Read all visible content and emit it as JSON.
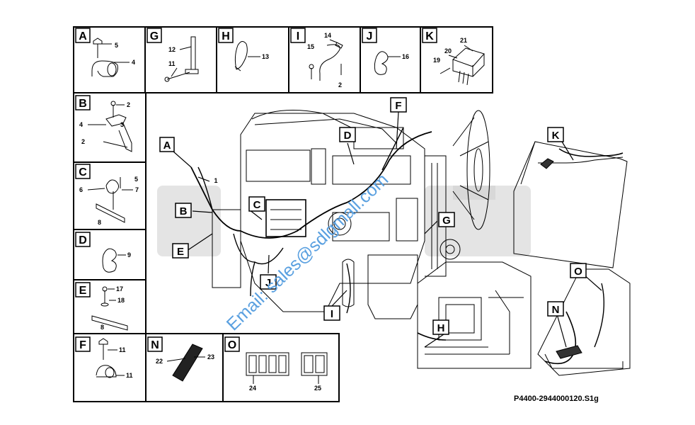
{
  "panels": {
    "A": {
      "letter": "A",
      "nums": [
        "5",
        "4"
      ]
    },
    "G": {
      "letter": "G",
      "nums": [
        "12",
        "11"
      ]
    },
    "H": {
      "letter": "H",
      "nums": [
        "13"
      ]
    },
    "I": {
      "letter": "I",
      "nums": [
        "14",
        "15",
        "2"
      ]
    },
    "J": {
      "letter": "J",
      "nums": [
        "16"
      ]
    },
    "K": {
      "letter": "K",
      "nums": [
        "21",
        "20",
        "19"
      ]
    },
    "B": {
      "letter": "B",
      "nums": [
        "2",
        "4",
        "3",
        "2"
      ]
    },
    "C": {
      "letter": "C",
      "nums": [
        "5",
        "6",
        "7",
        "8"
      ]
    },
    "D": {
      "letter": "D",
      "nums": [
        "9"
      ]
    },
    "E": {
      "letter": "E",
      "nums": [
        "17",
        "18",
        "8"
      ]
    },
    "F": {
      "letter": "F",
      "nums": [
        "11",
        "11"
      ]
    },
    "N": {
      "letter": "N",
      "nums": [
        "22",
        "23"
      ]
    },
    "O": {
      "letter": "O",
      "nums": [
        "24",
        "25"
      ]
    }
  },
  "callouts": [
    "A",
    "B",
    "C",
    "D",
    "E",
    "F",
    "G",
    "H",
    "I",
    "J",
    "K",
    "N",
    "O",
    "1"
  ],
  "watermark": {
    "text": "Email: sales@sdlgmall.com"
  },
  "reference": "P4400-2944000120.S1g",
  "colors": {
    "line": "#000000",
    "watermark_text": "#5aa0e0",
    "watermark_logo": "#e3e3e3"
  }
}
